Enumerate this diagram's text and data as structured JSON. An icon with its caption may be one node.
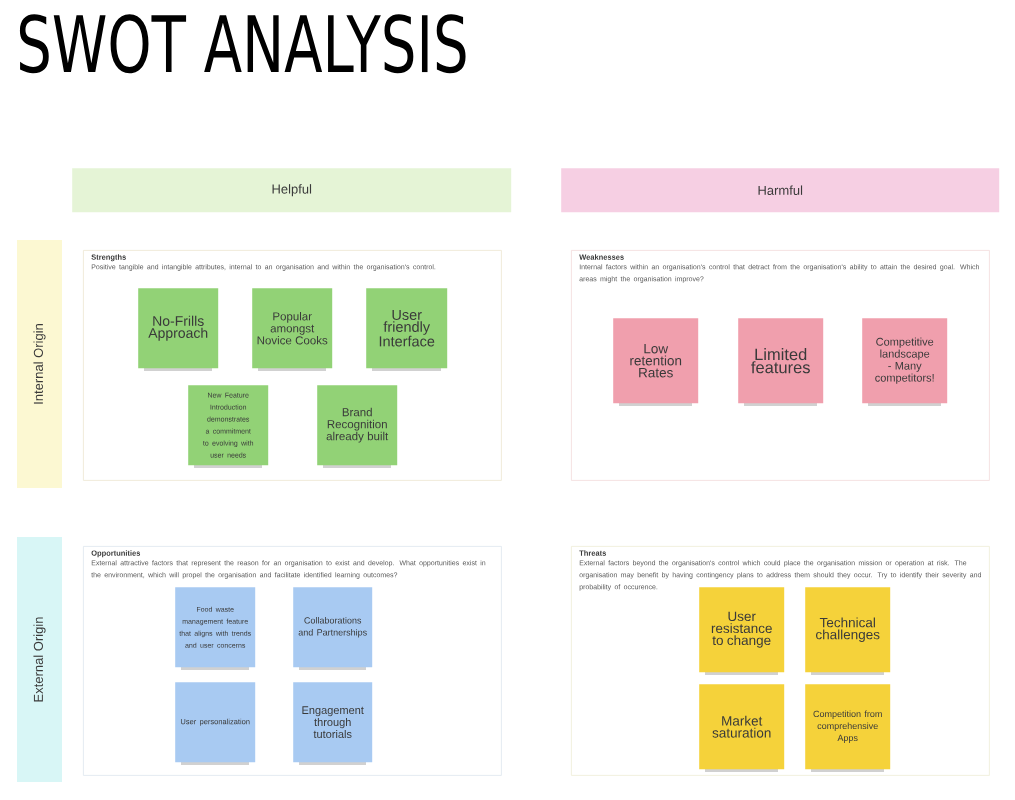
{
  "diagram": {
    "title": "SWOT ANALYSIS",
    "nodes": [
      {
        "text": [
          "Helpful"
        ]
      },
      {
        "text": [
          "Harmful"
        ]
      },
      {
        "text": [
          "Internal Origin"
        ]
      },
      {
        "text": [
          "External Origin"
        ]
      },
      {
        "text": [
          "Strengths",
          "Positive tangible and intangible attributes, internal to an organisation and within the organisation's control."
        ]
      },
      {
        "text": [
          "No-Frills Approach"
        ],
        "in": 4
      },
      {
        "text": [
          "Popular amongst Novice Cooks"
        ],
        "in": 4
      },
      {
        "text": [
          "User friendly Interface"
        ],
        "in": 4
      },
      {
        "text": [
          "New Feature Introduction demonstrates a commitment to evolving with user needs"
        ],
        "in": 4
      },
      {
        "text": [
          "Brand Recognition already built"
        ],
        "in": 4
      },
      {
        "text": [
          "Weaknesses",
          "Internal factors within an organisation's control that detract from the organisation's ability to attain the desired goal. Which areas might the organisation improve?"
        ]
      },
      {
        "text": [
          "Low retention Rates"
        ],
        "in": 10
      },
      {
        "text": [
          "Limited features"
        ],
        "in": 10
      },
      {
        "text": [
          "Competitive landscape - Many competitors!"
        ],
        "in": 10
      },
      {
        "text": [
          "Opportunities",
          "External attractive factors that represent the reason for an organisation to exist and develop. What opportunities exist in the environment, which will propel the organisation and facilitate identified learning outcomes?"
        ]
      },
      {
        "text": [
          "Food waste management feature that aligns with trends and user concerns"
        ],
        "in": 14
      },
      {
        "text": [
          "Collaborations and Partnerships"
        ],
        "in": 14
      },
      {
        "text": [
          "User personalization"
        ],
        "in": 14
      },
      {
        "text": [
          "Engagement through tutorials"
        ],
        "in": 14
      },
      {
        "text": [
          "Threats",
          "External factors beyond the organisation's control which could place the organisation mission or operation at risk. The organisation may benefit by having contingency plans to address them should they occur. Try to identify their severity and probability of occurence."
        ]
      },
      {
        "text": [
          "User resistance to change"
        ],
        "in": 19
      },
      {
        "text": [
          "Technical challenges"
        ],
        "in": 19
      },
      {
        "text": [
          "Market saturation"
        ],
        "in": 19
      },
      {
        "text": [
          "Competition from comprehensive Apps"
        ],
        "in": 19
      }
    ]
  }
}
